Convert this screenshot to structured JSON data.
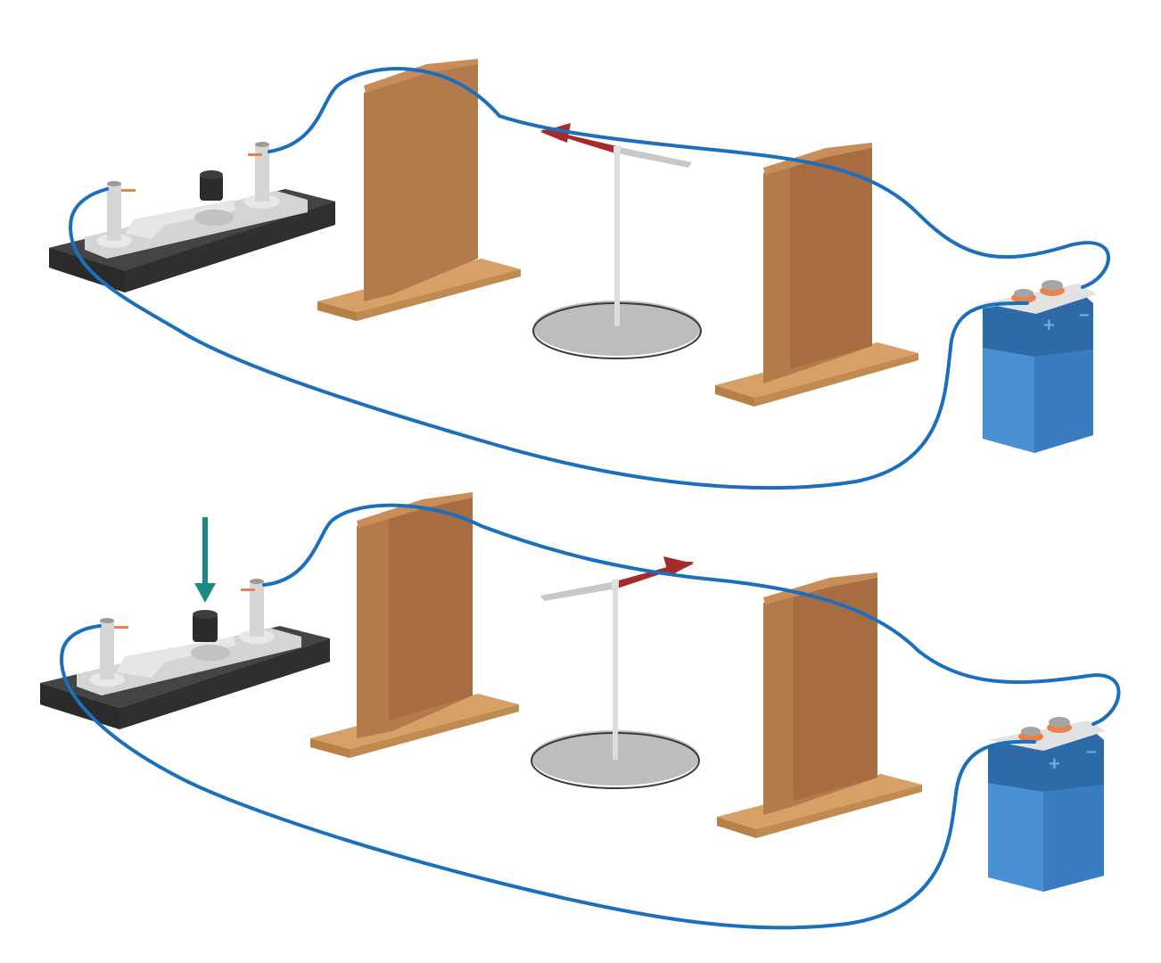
{
  "panels": [
    {
      "id": "top",
      "switch_state": "open",
      "needle_direction": "pointing-left"
    },
    {
      "id": "bottom",
      "switch_state": "pressed",
      "needle_direction": "pointing-right"
    }
  ],
  "battery": {
    "plus_label": "+",
    "minus_label": "−"
  },
  "colors": {
    "wire": "#1b6fbc",
    "wood_front": "#b37a4b",
    "wood_side": "#9a6437",
    "wood_top": "#c88d58",
    "wood_base": "#d6a067",
    "switch_base": "#3b3b3b",
    "switch_plate": "#d4d4d4",
    "needle_red": "#a52a2a",
    "needle_grey": "#c8c8c8",
    "stand_disk": "#bdbdbd",
    "battery_light": "#4a90d4",
    "battery_dark": "#2f6aa8",
    "battery_cap": "#e2e2e2",
    "terminal_orange": "#e8834a",
    "press_arrow": "#1b8a82"
  }
}
